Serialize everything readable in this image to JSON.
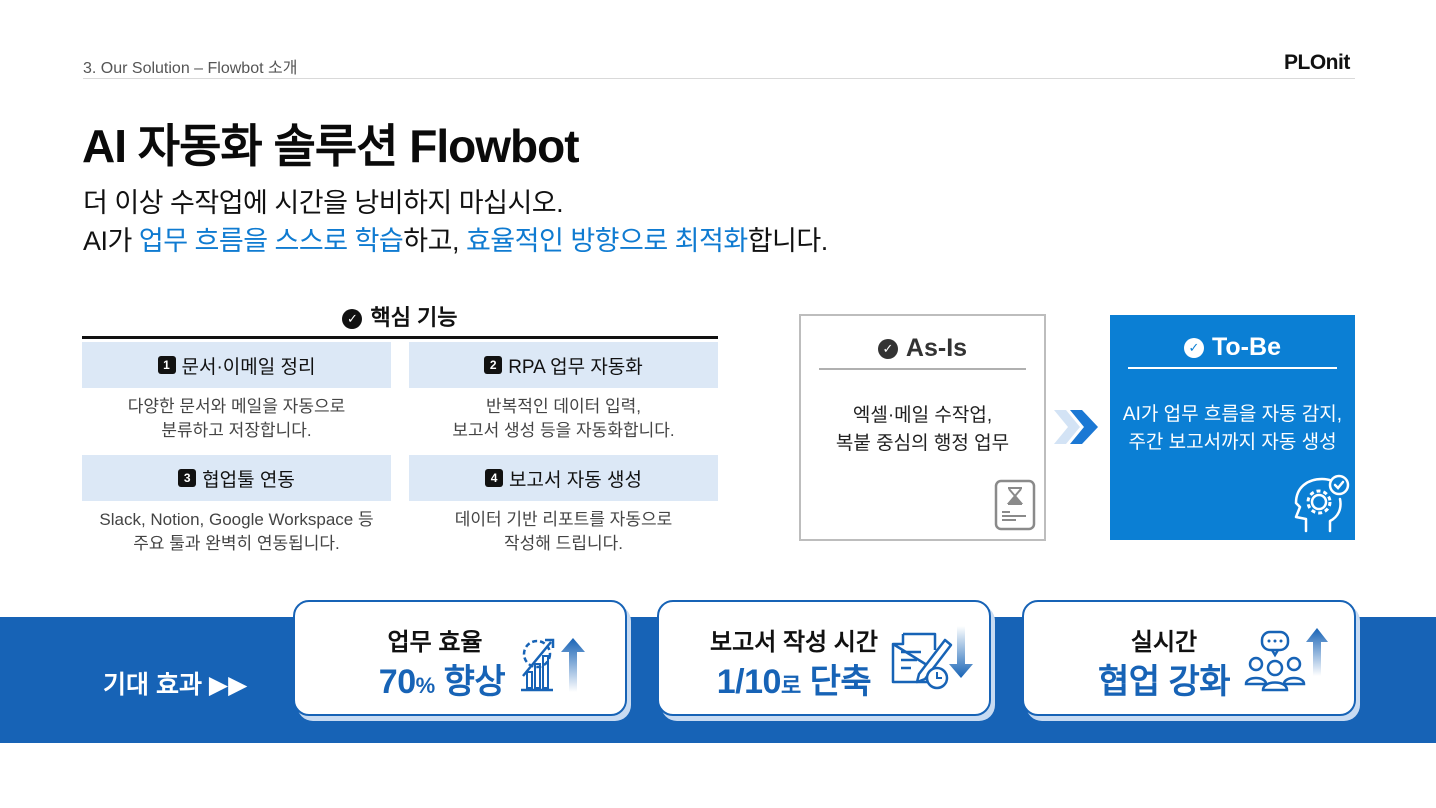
{
  "header": {
    "section_label": "3. Our Solution – Flowbot 소개",
    "logo": "PLOnit"
  },
  "title": "AI 자동화 솔루션 Flowbot",
  "subtitle": {
    "line1": "더 이상 수작업에 시간을 낭비하지 마십시오.",
    "line2_parts": {
      "p1": "AI가 ",
      "p2": "업무 흐름을 스스로 학습",
      "p3": "하고, ",
      "p4": "효율적인 방향으로 최적화",
      "p5": "합니다."
    }
  },
  "core": {
    "title": "핵심 기능",
    "features": [
      {
        "num": "1",
        "title": "문서·이메일 정리",
        "desc1": "다양한 문서와 메일을 자동으로",
        "desc2": "분류하고 저장합니다."
      },
      {
        "num": "2",
        "title": "RPA 업무 자동화",
        "desc1": "반복적인 데이터 입력,",
        "desc2": "보고서 생성 등을 자동화합니다."
      },
      {
        "num": "3",
        "title": "협업툴 연동",
        "desc1": "Slack, Notion, Google Workspace 등",
        "desc2": "주요 툴과 완벽히 연동됩니다."
      },
      {
        "num": "4",
        "title": "보고서 자동 생성",
        "desc1": "데이터 기반 리포트를 자동으로",
        "desc2": "작성해 드립니다."
      }
    ]
  },
  "asis": {
    "title": "As-Is",
    "line1": "엑셀·메일 수작업,",
    "line2": "복붙 중심의 행정 업무",
    "icon": "hourglass-document-icon"
  },
  "tobe": {
    "title": "To-Be",
    "line1": "AI가 업무 흐름을 자동 감지,",
    "line2": "주간 보고서까지 자동 생성",
    "icon": "head-gear-check-icon"
  },
  "effects": {
    "label": "기대 효과 ▶▶",
    "cards": [
      {
        "top": "업무 효율",
        "big": "70",
        "small": "%",
        "big2": " 향상",
        "icon": "growth-chart-gear-icon"
      },
      {
        "top": "보고서 작성 시간",
        "big": "1/10",
        "small": "로",
        "big2": " 단축",
        "icon": "document-pencil-clock-icon"
      },
      {
        "top": "실시간",
        "big": "",
        "small": "",
        "big2": "협업 강화",
        "icon": "team-chat-icon"
      }
    ]
  },
  "colors": {
    "accent_blue": "#0f7bd1",
    "band_blue": "#1763b6",
    "tobe_blue": "#0b7fd4",
    "feature_head_bg": "#dce8f6"
  }
}
